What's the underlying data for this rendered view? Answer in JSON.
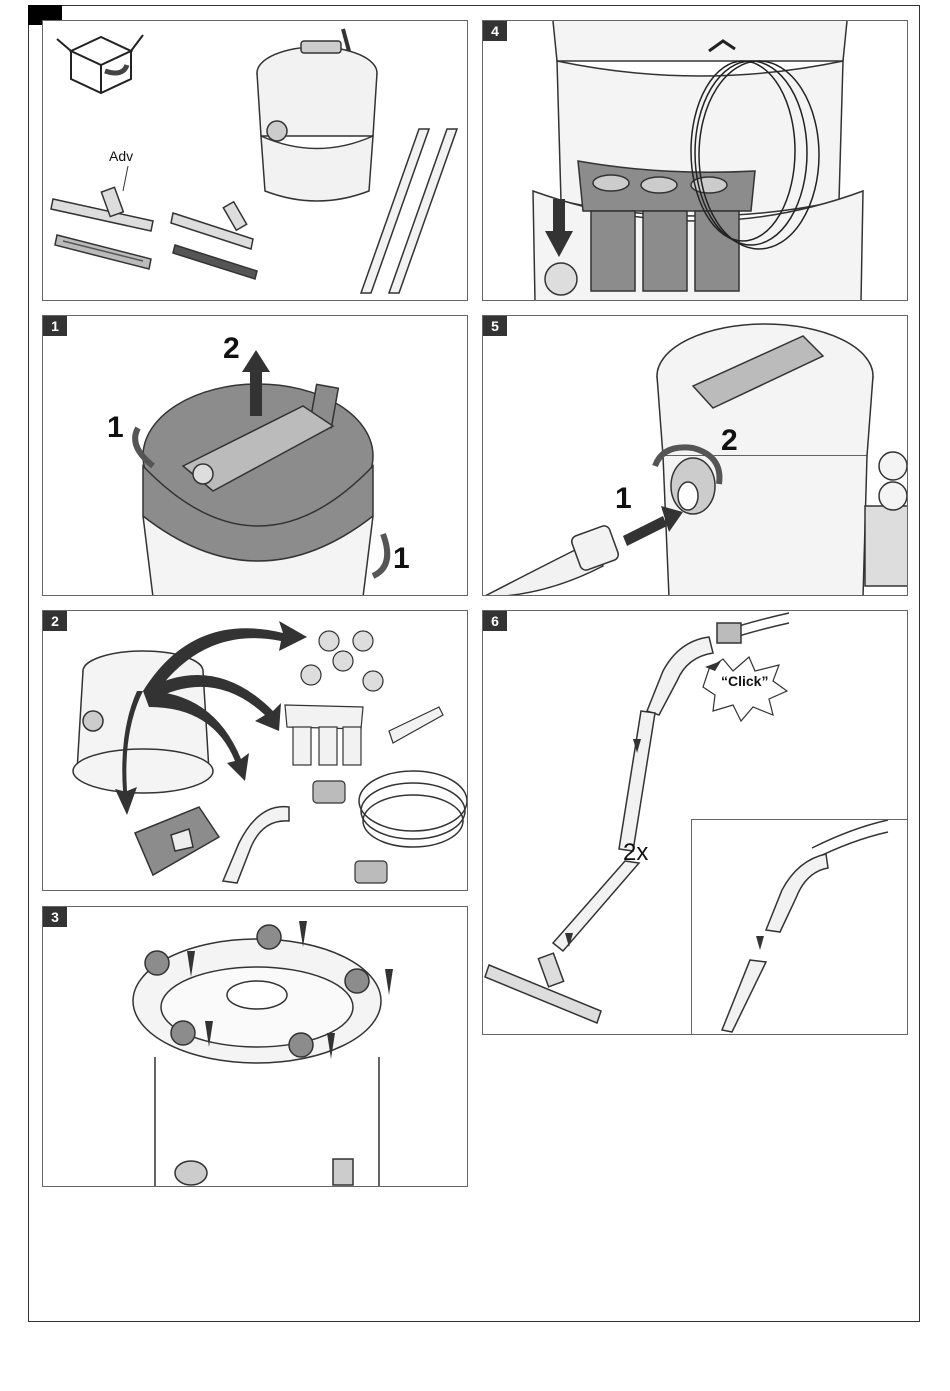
{
  "panels": {
    "p0": {
      "badge": "",
      "label_adv": "Adv"
    },
    "p1": {
      "badge": "1",
      "step_a": "1",
      "step_b": "2",
      "step_c": "1"
    },
    "p2": {
      "badge": "2"
    },
    "p3": {
      "badge": "3"
    },
    "p4": {
      "badge": "4"
    },
    "p5": {
      "badge": "5",
      "step_a": "2",
      "step_b": "1"
    },
    "p6": {
      "badge": "6",
      "click_text": "“Click”",
      "count_text": "2x"
    }
  },
  "icons": [
    "unpack-box-icon",
    "arrow-icon",
    "rotate-arrow-icon",
    "click-burst-icon"
  ],
  "colors": {
    "panel_grey": "#8c8c8c",
    "outline": "#333333",
    "light_fill": "#f2f2f2"
  }
}
